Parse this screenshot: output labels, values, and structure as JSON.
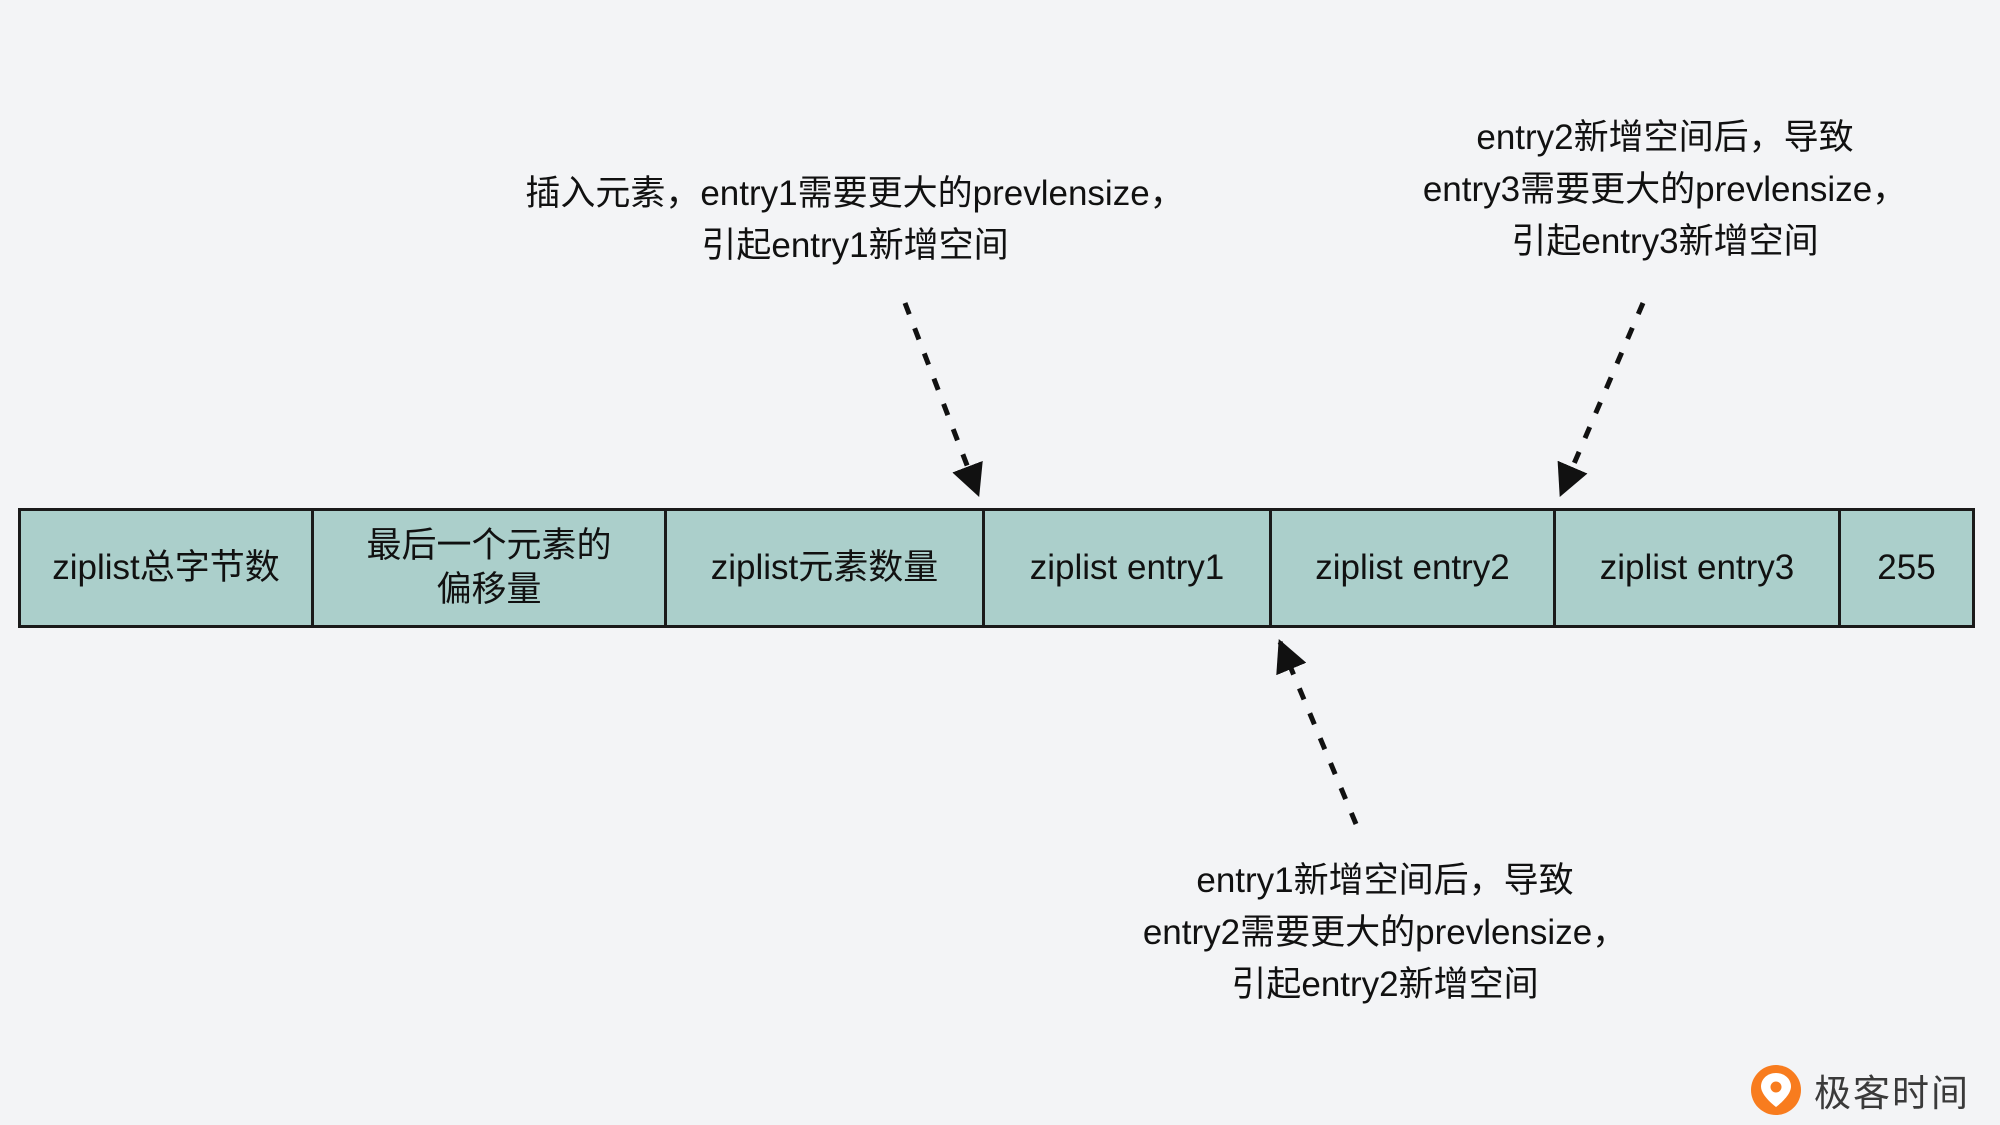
{
  "diagram": {
    "cells": [
      {
        "label": "ziplist总字节数"
      },
      {
        "label": "最后一个元素的\n偏移量"
      },
      {
        "label": "ziplist元素数量"
      },
      {
        "label": "ziplist entry1"
      },
      {
        "label": "ziplist entry2"
      },
      {
        "label": "ziplist entry3"
      },
      {
        "label": "255"
      }
    ],
    "cell_bg": "#abcfcb",
    "border_color": "#1a1a1a"
  },
  "annotations": {
    "insert_entry1": {
      "line1": "插入元素，entry1需要更大的prevlensize，",
      "line2": "引起entry1新增空间"
    },
    "entry3_cascade": {
      "line1": "entry2新增空间后，导致",
      "line2": "entry3需要更大的prevlensize，",
      "line3": "引起entry3新增空间"
    },
    "entry2_cascade": {
      "line1": "entry1新增空间后，导致",
      "line2": "entry2需要更大的prevlensize，",
      "line3": "引起entry2新增空间"
    }
  },
  "branding": {
    "logo_text": "极客时间",
    "logo_color": "#f87c1e"
  }
}
